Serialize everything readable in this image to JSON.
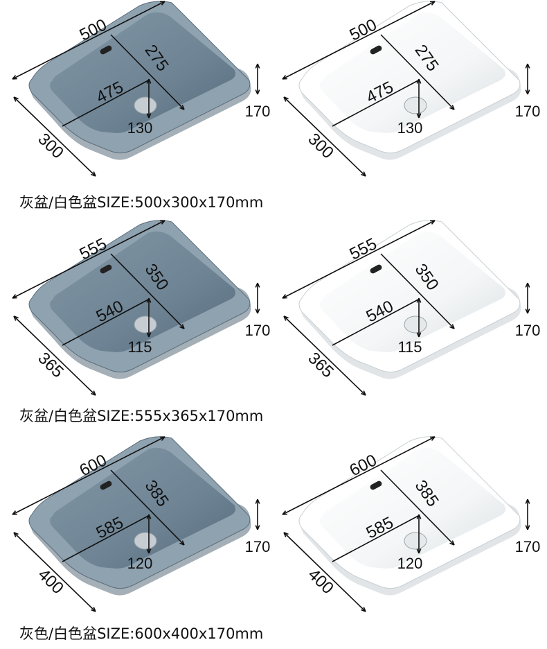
{
  "colors": {
    "grey": "#6e8494",
    "grey_dark": "#55697a",
    "white": "#f4f6f7",
    "line": "#111111"
  },
  "rows": [
    {
      "caption": "灰盆/白色盆SIZE:500x300x170mm",
      "grey": {
        "width": "500",
        "depth": "300",
        "inner_width": "475",
        "inner_depth": "275",
        "drain": "130",
        "height": "170"
      },
      "white": {
        "width": "500",
        "depth": "300",
        "inner_width": "475",
        "inner_depth": "275",
        "drain": "130",
        "height": "170"
      }
    },
    {
      "caption": "灰盆/白色盆SIZE:555x365x170mm",
      "grey": {
        "width": "555",
        "depth": "365",
        "inner_width": "540",
        "inner_depth": "350",
        "drain": "115",
        "height": "170"
      },
      "white": {
        "width": "555",
        "depth": "365",
        "inner_width": "540",
        "inner_depth": "350",
        "drain": "115",
        "height": "170"
      }
    },
    {
      "caption": "灰色/白色盆SIZE:600x400x170mm",
      "grey": {
        "width": "600",
        "depth": "400",
        "inner_width": "585",
        "inner_depth": "385",
        "drain": "120",
        "height": "170"
      },
      "white": {
        "width": "600",
        "depth": "400",
        "inner_width": "585",
        "inner_depth": "385",
        "drain": "120",
        "height": "170"
      }
    }
  ]
}
